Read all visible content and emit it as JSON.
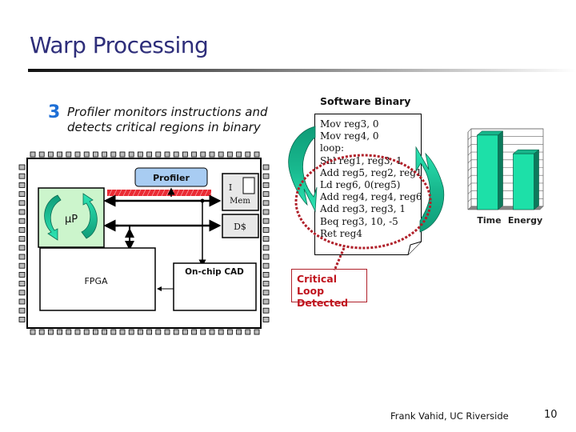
{
  "slide": {
    "title": "Warp Processing",
    "step_number": "3",
    "step_text_line1": "Profiler monitors instructions and",
    "step_text_line2": "detects critical regions in binary"
  },
  "chip": {
    "profiler_label": "Profiler",
    "processor_label": "µP",
    "imem_label_line1": "I",
    "imem_label_line2": "Mem",
    "dcache_label": "D$",
    "fpga_label": "FPGA",
    "cad_label": "On-chip CAD",
    "colors": {
      "profiler_fill": "#a8ccf2",
      "processor_fill": "#ccf5cc",
      "memory_fill": "#e8e8e8",
      "pin_fill": "#bdbdbd",
      "instruction_stream": "#e8141e"
    }
  },
  "binary": {
    "title": "Software Binary",
    "lines": [
      "Mov reg3, 0",
      "Mov reg4, 0",
      "loop:",
      "Shl reg1, reg3, 1",
      "Add reg5, reg2, reg1",
      "Ld reg6, 0(reg5)",
      "Add reg4, reg4, reg6",
      "Add reg3, reg3, 1",
      "Beq reg3, 10, -5",
      "Ret reg4"
    ]
  },
  "callout": {
    "line1": "Critical Loop",
    "line2": "Detected",
    "color": "#c0141e"
  },
  "chart_data": {
    "type": "bar",
    "categories": [
      "Time",
      "Energy"
    ],
    "values": [
      100,
      75
    ],
    "title": "",
    "xlabel": "",
    "ylabel": "",
    "ylim": [
      0,
      100
    ],
    "grid": true,
    "style": "3d",
    "bar_color": "#1de0a8"
  },
  "footer": {
    "author": "Frank Vahid, UC Riverside",
    "page": "10"
  }
}
